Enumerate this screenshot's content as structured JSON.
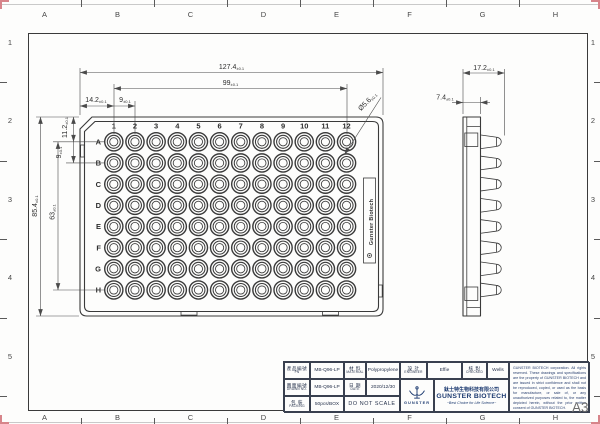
{
  "sheet": {
    "size_label": "A3",
    "zone_cols": [
      "A",
      "B",
      "C",
      "D",
      "E",
      "F",
      "G",
      "H"
    ],
    "zone_rows": [
      "1",
      "2",
      "3",
      "4",
      "5"
    ]
  },
  "plate": {
    "col_labels": [
      "1",
      "2",
      "3",
      "4",
      "5",
      "6",
      "7",
      "8",
      "9",
      "10",
      "11",
      "12"
    ],
    "row_labels": [
      "A",
      "B",
      "C",
      "D",
      "E",
      "F",
      "G",
      "H"
    ],
    "brand_vertical": "Gunster Biotech"
  },
  "dims": {
    "w_total": {
      "v": "127.4",
      "t": "±0.1"
    },
    "w_span": {
      "v": "99",
      "t": "±0.1"
    },
    "x_offset": {
      "v": "14.2",
      "t": "±0.1"
    },
    "x_pitch": {
      "v": "9",
      "t": "±0.1"
    },
    "well_dia": {
      "v": "Ø5.6",
      "t": "±0.1"
    },
    "h_total": {
      "v": "85.4",
      "t": "±0.1"
    },
    "h_span": {
      "v": "63",
      "t": "±0.1"
    },
    "y_offset": {
      "v": "11.2",
      "t": "±0.1"
    },
    "y_pitch": {
      "v": "9",
      "t": "±0.1"
    },
    "depth_total": {
      "v": "17.2",
      "t": "±0.1"
    },
    "skirt": {
      "v": "7.4",
      "t": "±0.1"
    }
  },
  "titleblock": {
    "pn_label_cn": "產品編號",
    "pn_label_en": "PN",
    "pn_value": "MB-Q96-LP",
    "material_label_cn": "材 料",
    "material_label_en": "MATERIAL",
    "material_value": "Polypropylene",
    "engineer_label_cn": "設 計",
    "engineer_label_en": "ENGINEER",
    "engineer_value": "Effie",
    "checked_label_cn": "核 對",
    "checked_label_en": "CHECKED",
    "checked_value": "Wells",
    "drawnno_label_cn": "圖面編號",
    "drawnno_label_en": "DRAWN NO.",
    "drawnno_value": "MB-Q96-LP",
    "date_label_cn": "日 期",
    "date_label_en": "DATE",
    "date_value": "2020/12/30",
    "packing_label_cn": "包 裝",
    "packing_label_en": "PACKING",
    "packing_value": "50pcs/BOX",
    "scale_note": "DO NOT SCALE",
    "logo_text": "GUNSTER",
    "company_cn": "鈦士特生物科技有限公司",
    "company_en": "GUNSTER BIOTECH",
    "tagline": "~Best Choice for Life Science~",
    "disclaimer": "GUNSTER BIOTECH corporation. All rights reserved. These drawings and specifications are the property of GUNSTER BIOTECH and are issued in strict confidence and shall not be reproduced, copied, or used as the basis for manufacture, or sale of, or any unauthorized purposes related to, the matter depicted herein, without the prior written consent of GUNSTER BIOTECH."
  }
}
